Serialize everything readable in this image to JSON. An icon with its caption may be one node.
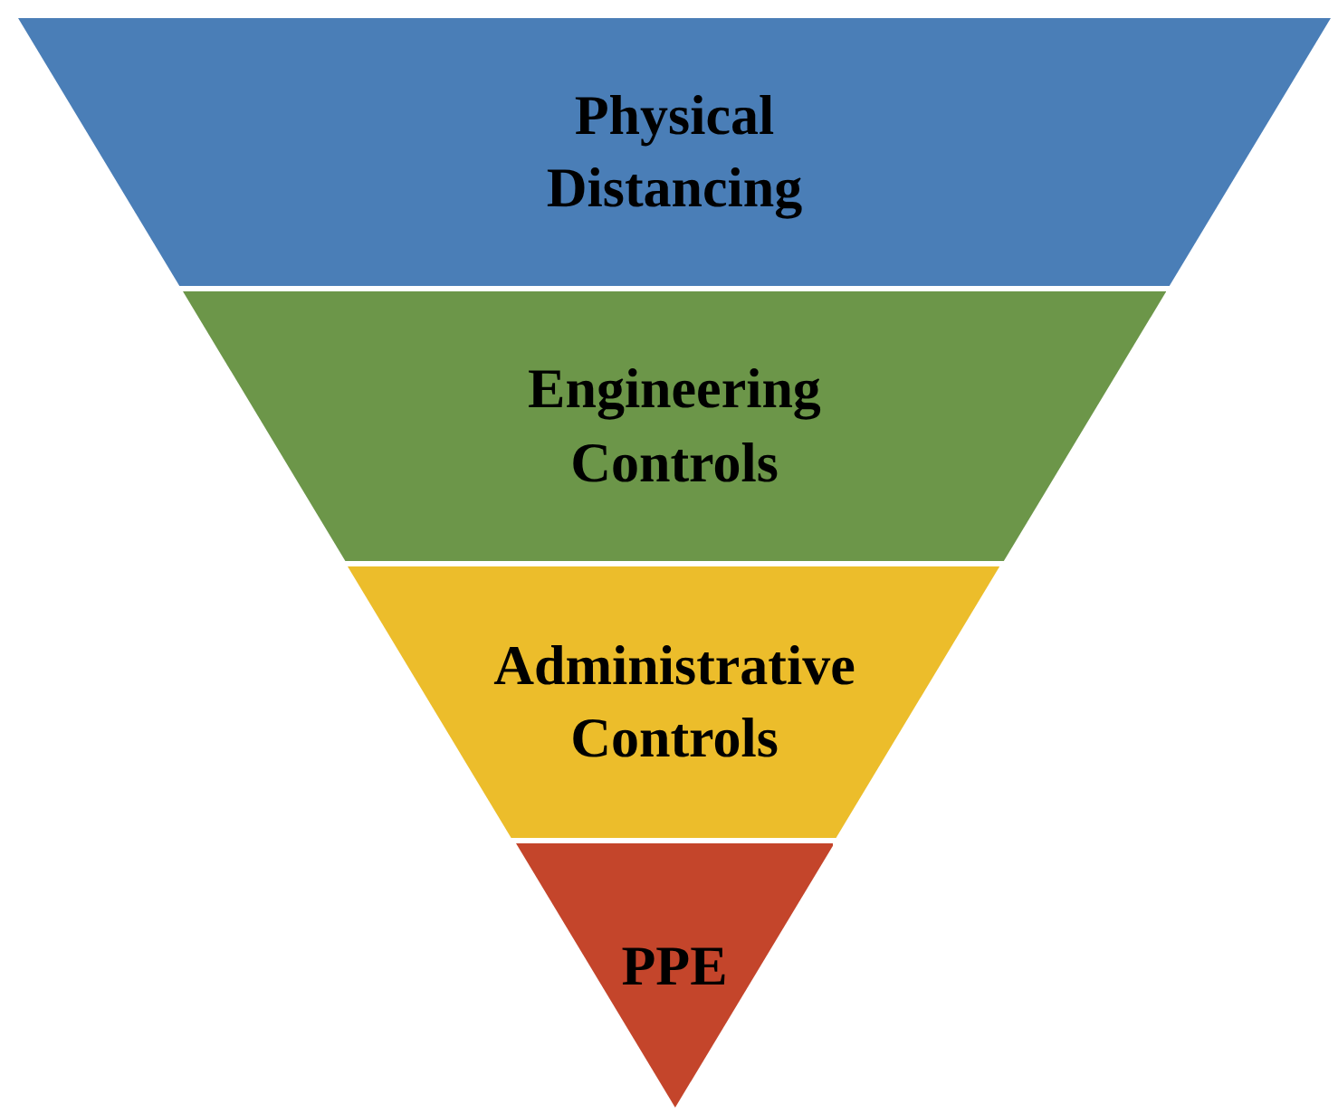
{
  "diagram": {
    "nodes": [
      {
        "text": [
          "Physical Distancing"
        ]
      },
      {
        "text": [
          "Engineering Controls"
        ]
      },
      {
        "text": [
          "Administrative Controls"
        ]
      },
      {
        "text": [
          "PPE"
        ]
      }
    ]
  }
}
